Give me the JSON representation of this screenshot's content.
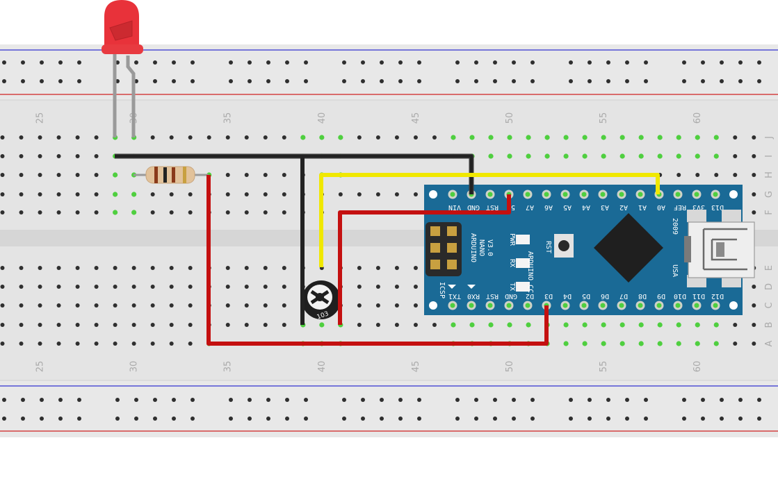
{
  "breadboard": {
    "column_numbers": [
      "25",
      "30",
      "35",
      "40",
      "45",
      "50",
      "55",
      "60"
    ],
    "row_letters_top": [
      "J",
      "I",
      "H",
      "G",
      "F"
    ],
    "row_letters_bottom": [
      "E",
      "D",
      "C",
      "B",
      "A"
    ]
  },
  "arduino": {
    "name_lines": [
      "ARDUINO",
      "NANO",
      "V3.0"
    ],
    "site": "ARDUINO.CC",
    "year": "2009",
    "made_in": "USA",
    "icsp": "ICSP",
    "rst": "RST",
    "top_pins": [
      "VIN",
      "GND",
      "RST",
      "5V",
      "A7",
      "A6",
      "A5",
      "A4",
      "A3",
      "A2",
      "A1",
      "A0",
      "REF",
      "3V3",
      "D13"
    ],
    "bottom_pins": [
      "TX1",
      "RX0",
      "RST",
      "GND",
      "D2",
      "D3",
      "D4",
      "D5",
      "D6",
      "D7",
      "D8",
      "D9",
      "D10",
      "D11",
      "D12"
    ],
    "leds": [
      "PWR",
      "RX",
      "TX"
    ]
  },
  "potentiometer": {
    "label": "103"
  },
  "colors": {
    "board_bg": "#e6e6e6",
    "rail_red": "#d02020",
    "rail_blue": "#2020d0",
    "wire_black": "#2a2a2a",
    "wire_red": "#c41010",
    "wire_yellow": "#f0e800",
    "nano_blue": "#1a6a96",
    "led_red": "#e8323a",
    "hole": "#2f2f2f",
    "hole_connected": "#4fcf3f"
  }
}
